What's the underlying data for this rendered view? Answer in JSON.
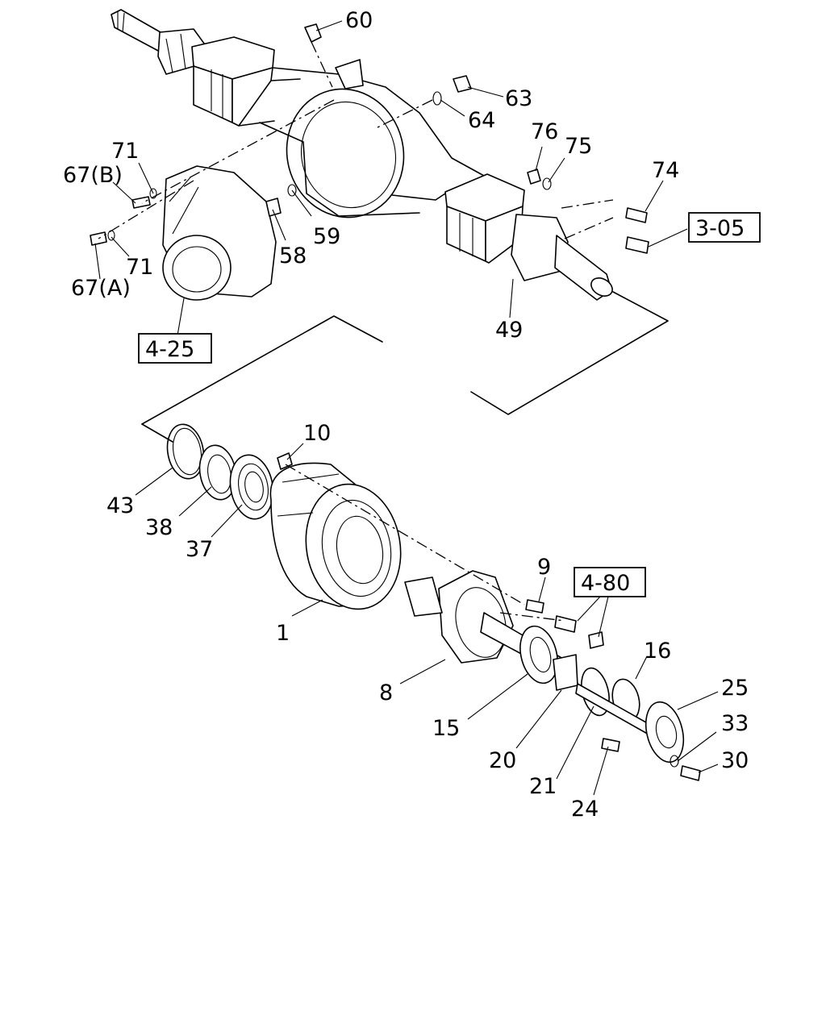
{
  "callouts": {
    "c60": "60",
    "c63": "63",
    "c64": "64",
    "c76": "76",
    "c75": "75",
    "c71a": "71",
    "c67b": "67(B)",
    "c74": "74",
    "c71b": "71",
    "c67a": "67(A)",
    "c58": "58",
    "c59": "59",
    "c49": "49",
    "c10": "10",
    "c43": "43",
    "c38": "38",
    "c37": "37",
    "c9": "9",
    "c1": "1",
    "c16": "16",
    "c8": "8",
    "c25": "25",
    "c33": "33",
    "c15": "15",
    "c30": "30",
    "c20": "20",
    "c21": "21",
    "c24": "24"
  },
  "references": {
    "r305": "3-05",
    "r425": "4-25",
    "r480": "4-80"
  }
}
